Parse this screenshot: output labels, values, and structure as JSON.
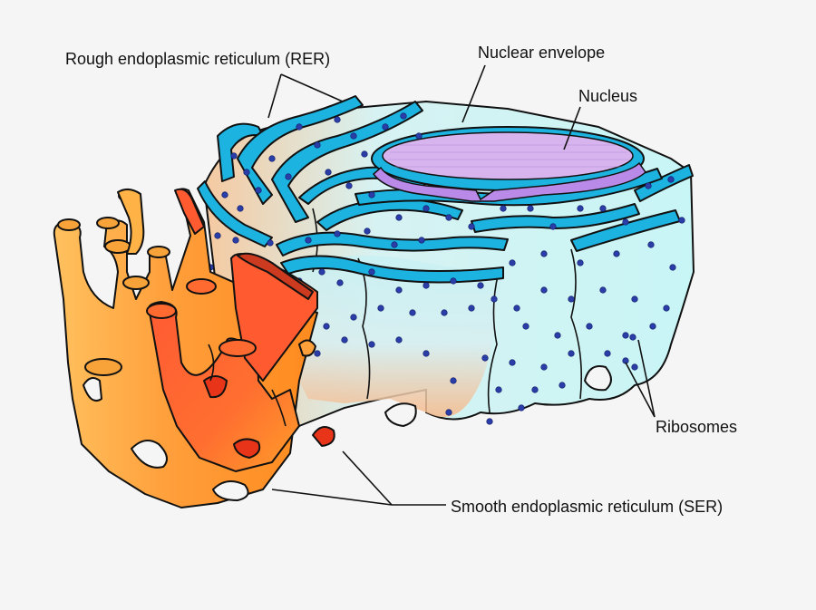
{
  "labels": {
    "rer": "Rough endoplasmic reticulum (RER)",
    "nuclear_envelope": "Nuclear envelope",
    "nucleus": "Nucleus",
    "ribosomes": "Ribosomes",
    "ser": "Smooth endoplasmic reticulum (SER)"
  },
  "colors": {
    "background": "#f5f5f5",
    "rer_membrane": "#1cb3e0",
    "rer_lumen": "#c8f1f4",
    "ribosome": "#2b3ea8",
    "nucleus": "#d8b4ee",
    "ser_light": "#ffb13b",
    "ser_dark": "#ff5533",
    "outline": "#111111"
  },
  "icons": {
    "ribosome": "ribosome-dot-icon",
    "cisterna": "rer-cisterna-icon",
    "tubule": "ser-tubule-icon"
  }
}
